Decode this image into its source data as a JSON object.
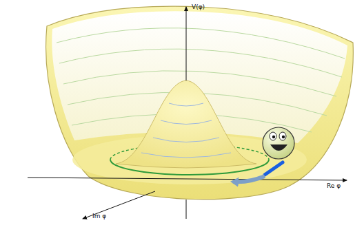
{
  "diagram": {
    "labels": [
      "V(φ)",
      "Re φ",
      "Im φ"
    ]
  }
}
